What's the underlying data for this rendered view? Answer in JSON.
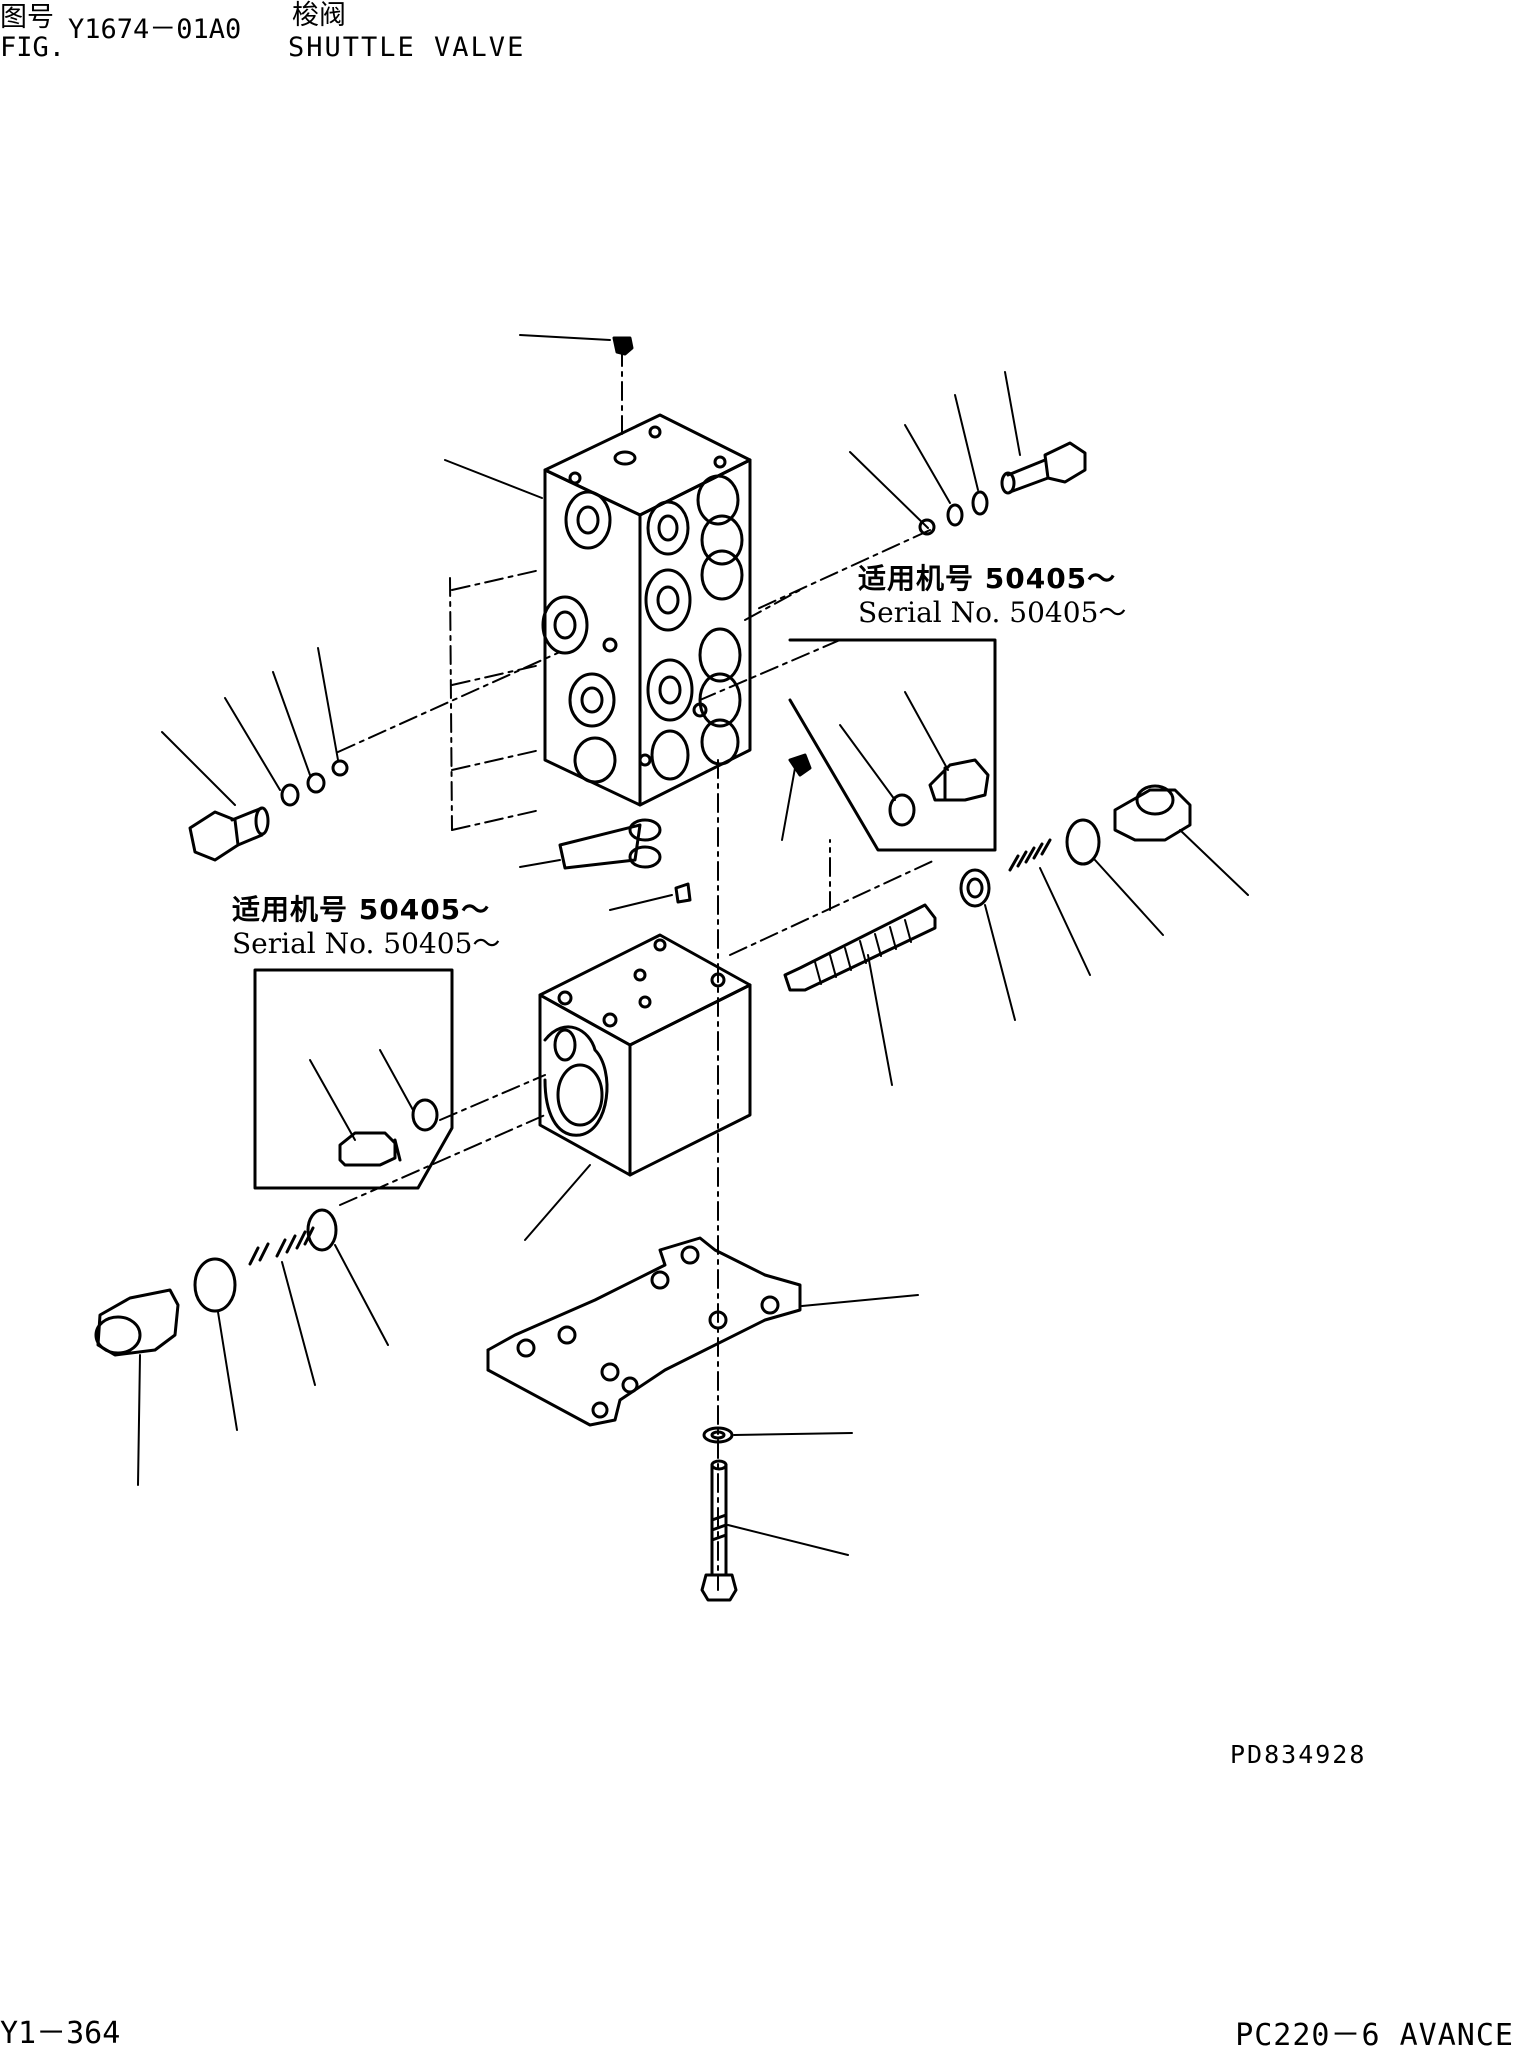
{
  "header": {
    "fig_cn": "图号",
    "fig_en": "FIG.",
    "fig_number": "Y1674－01A0",
    "title_cn": "梭阀",
    "title_en": "SHUTTLE VALVE"
  },
  "serial_notes": [
    {
      "cn": "适用机号 50405～",
      "en": "Serial No. 50405～"
    },
    {
      "cn": "适用机号 50405～",
      "en": "Serial No. 50405～"
    }
  ],
  "drawing_number": "PD834928",
  "footer": {
    "page": "Y1－364",
    "model": "PC220－6 AVANCE"
  }
}
